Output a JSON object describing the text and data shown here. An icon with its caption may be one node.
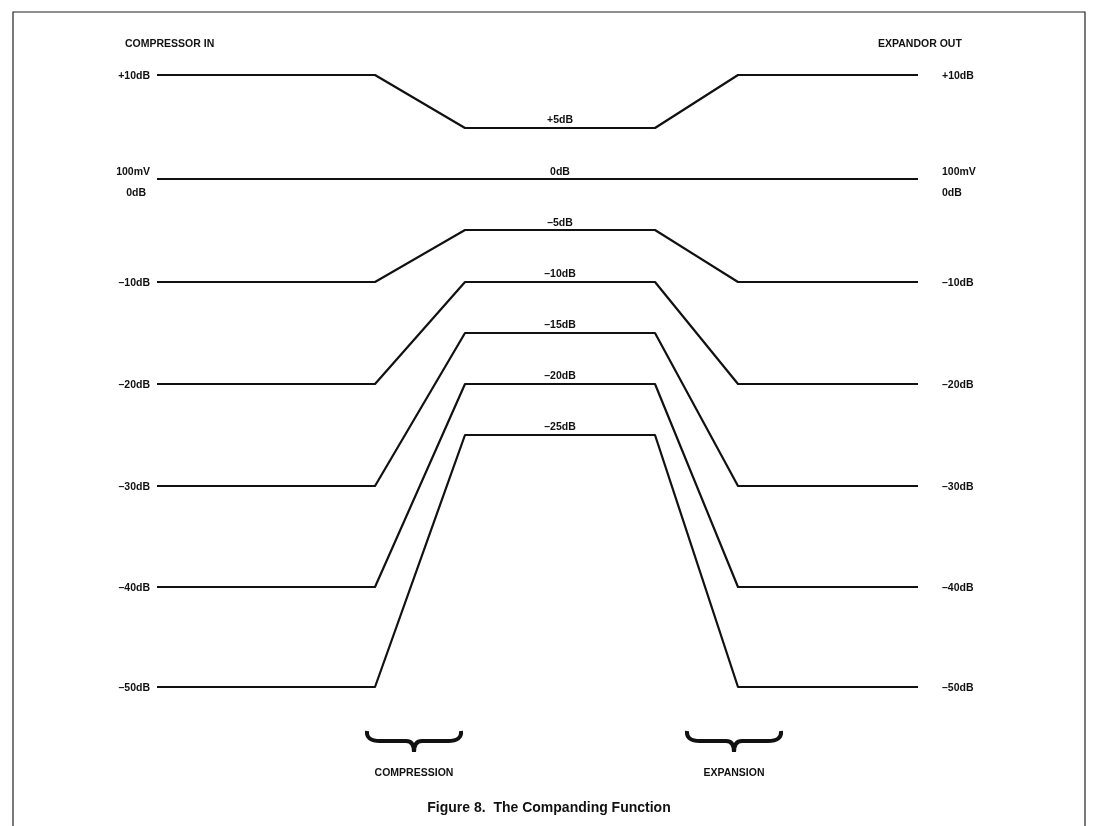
{
  "diagram": {
    "caption": "Figure 8.  The Companding Function",
    "labels": [
      "COMPRESSOR IN",
      "EXPANDOR OUT",
      "+10dB",
      "+10dB",
      "+5dB",
      "100mV",
      "0dB",
      "100mV",
      "0dB",
      "0dB",
      "–5dB",
      "–10dB",
      "–10dB",
      "–10dB",
      "–15dB",
      "–20dB",
      "–20dB",
      "–20dB",
      "–25dB",
      "–30dB",
      "–30dB",
      "–40dB",
      "–40dB",
      "–50dB",
      "–50dB",
      "COMPRESSION",
      "EXPANSION"
    ]
  }
}
